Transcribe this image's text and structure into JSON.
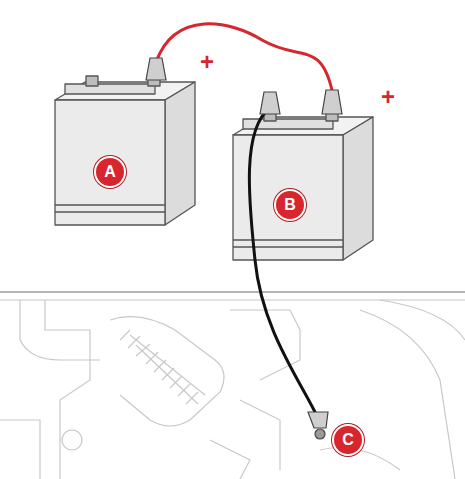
{
  "diagram": {
    "labels": [
      "+",
      "+",
      "A",
      "B",
      "C"
    ]
  }
}
